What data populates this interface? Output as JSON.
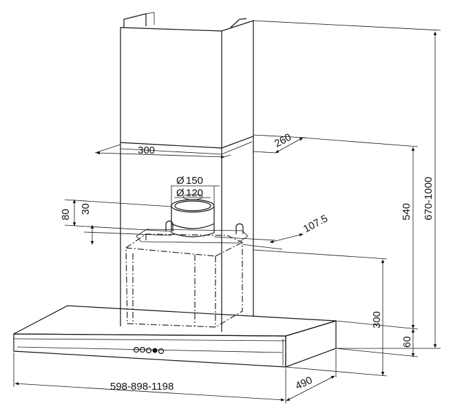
{
  "colors": {
    "stroke": "#111111",
    "background": "#ffffff"
  },
  "dimensions": {
    "chimney_width": "300",
    "chimney_depth": "260",
    "outlet_outer_diameter": "150",
    "outlet_inner_diameter": "120",
    "diameter_symbol": "Ø",
    "outlet_offset_80": "80",
    "outlet_offset_30": "30",
    "outlet_setback": "107.5",
    "height_total": "670-1000",
    "height_540": "540",
    "height_300": "300",
    "canopy_thickness": "60",
    "canopy_width": "598-898-1198",
    "canopy_depth": "490"
  }
}
